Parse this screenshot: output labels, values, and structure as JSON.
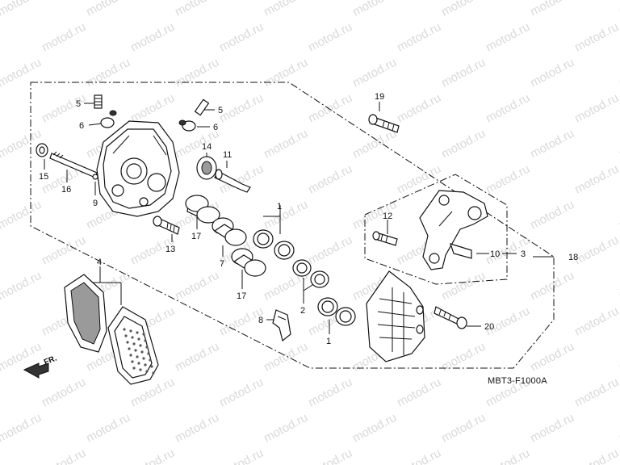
{
  "watermark": "motod.ru",
  "diagram_code": "MBT3-F1000A",
  "direction_label": "FR.",
  "callouts": {
    "c1a": "1",
    "c1b": "1",
    "c2": "2",
    "c3": "3",
    "c4": "4",
    "c5a": "5",
    "c5b": "5",
    "c6a": "6",
    "c6b": "6",
    "c7": "7",
    "c8": "8",
    "c9": "9",
    "c10": "10",
    "c11": "11",
    "c12": "12",
    "c13": "13",
    "c14": "14",
    "c15": "15",
    "c16": "16",
    "c17a": "17",
    "c17b": "17",
    "c18": "18",
    "c19": "19",
    "c20": "20"
  }
}
